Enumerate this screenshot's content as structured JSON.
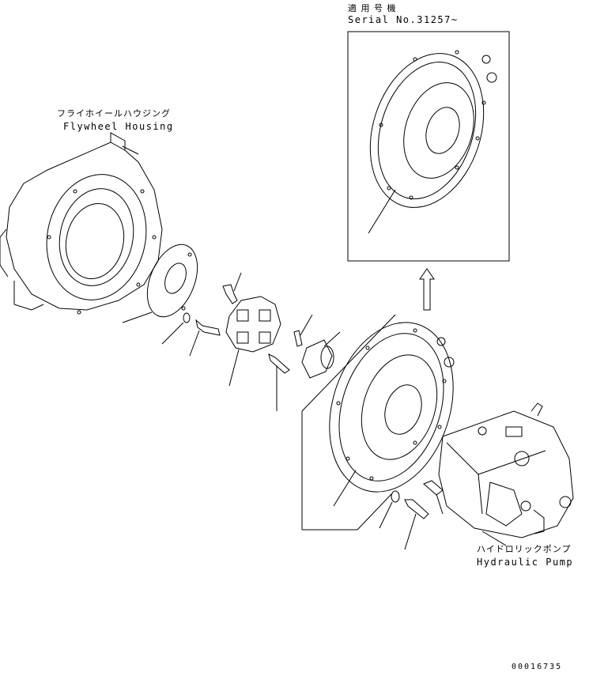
{
  "callouts": {
    "serial_jp": "適 用 号 機",
    "serial_en": "Serial No.31257~",
    "housing_jp": "フライホイールハウジング",
    "housing_en": "Flywheel Housing",
    "pump_jp": "ハイドロリックポンプ",
    "pump_en": "Hydraulic Pump"
  },
  "drawing_number": "00016735"
}
